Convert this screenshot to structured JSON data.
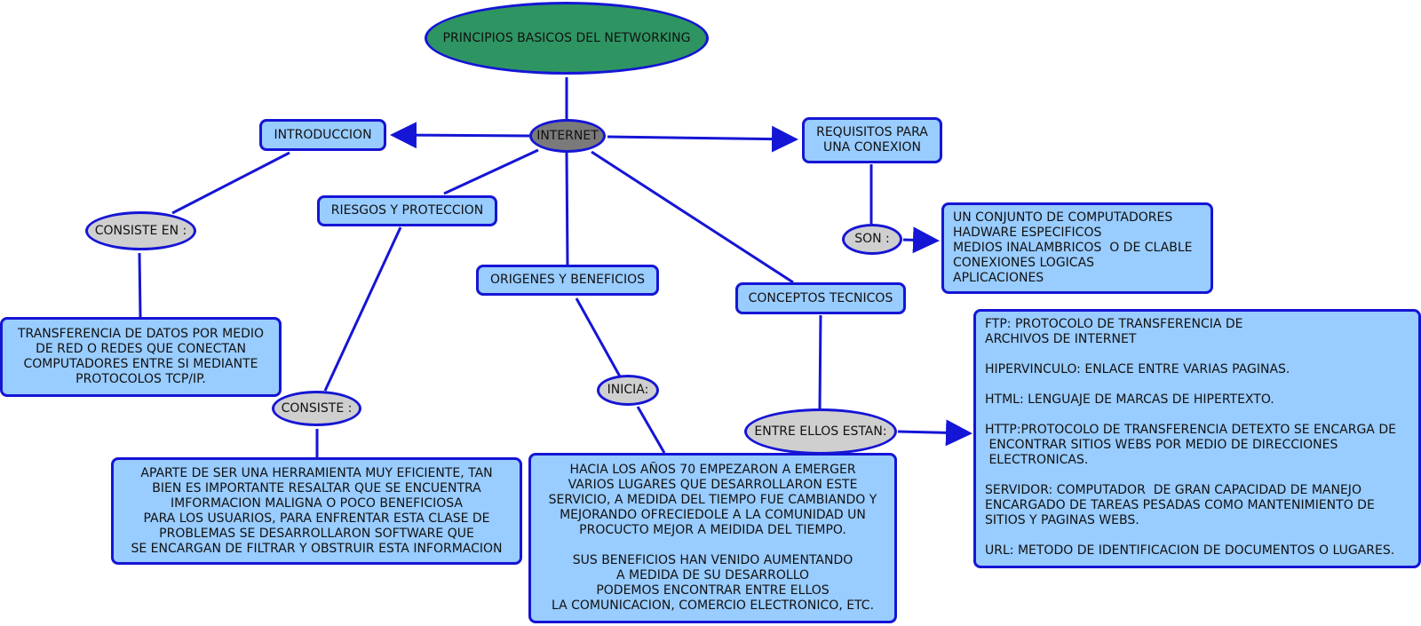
{
  "root": {
    "label": "PRINCIPIOS BASICOS DEL NETWORKING"
  },
  "hub": {
    "label": "INTERNET"
  },
  "introduccion": {
    "label": "INTRODUCCION",
    "link": "CONSISTE EN :",
    "detail": [
      "TRANSFERENCIA DE DATOS POR MEDIO",
      "DE RED O REDES QUE CONECTAN",
      "COMPUTADORES ENTRE SI MEDIANTE",
      "PROTOCOLOS TCP/IP."
    ]
  },
  "riesgos": {
    "label": "RIESGOS Y PROTECCION",
    "link": "CONSISTE :",
    "detail": [
      "APARTE DE SER UNA HERRAMIENTA MUY EFICIENTE, TAN",
      "BIEN ES IMPORTANTE RESALTAR QUE SE ENCUENTRA",
      "IMFORMACION MALIGNA O POCO BENEFICIOSA",
      "PARA LOS USUARIOS, PARA ENFRENTAR ESTA CLASE DE",
      "PROBLEMAS SE DESARROLLARON SOFTWARE QUE",
      "SE ENCARGAN DE FILTRAR Y OBSTRUIR ESTA INFORMACION"
    ]
  },
  "origenes": {
    "label": "ORIGENES Y BENEFICIOS",
    "link": "INICIA:",
    "detail": [
      "HACIA LOS AÑOS 70 EMPEZARON A EMERGER",
      "VARIOS LUGARES QUE DESARROLLARON ESTE",
      "SERVICIO, A MEDIDA DEL TIEMPO FUE CAMBIANDO Y",
      "MEJORANDO OFRECIEDOLE A LA COMUNIDAD UN",
      "PROCUCTO MEJOR A MEIDIDA DEL TIEMPO.",
      "",
      "SUS BENEFICIOS HAN VENIDO AUMENTANDO",
      "A MEDIDA DE SU DESARROLLO",
      "PODEMOS ENCONTRAR ENTRE ELLOS",
      "LA COMUNICACION, COMERCIO ELECTRONICO, ETC."
    ]
  },
  "conceptos": {
    "label": "CONCEPTOS TECNICOS",
    "link": "ENTRE ELLOS ESTAN:",
    "detail": [
      "FTP: PROTOCOLO DE TRANSFERENCIA DE",
      "ARCHIVOS DE INTERNET",
      "",
      "HIPERVINCULO: ENLACE ENTRE VARIAS PAGINAS.",
      "",
      "HTML: LENGUAJE DE MARCAS DE HIPERTEXTO.",
      "",
      "HTTP:PROTOCOLO DE TRANSFERENCIA DETEXTO SE ENCARGA DE",
      " ENCONTRAR SITIOS WEBS POR MEDIO DE DIRECCIONES",
      " ELECTRONICAS.",
      "",
      "SERVIDOR: COMPUTADOR  DE GRAN CAPACIDAD DE MANEJO",
      "ENCARGADO DE TAREAS PESADAS COMO MANTENIMIENTO DE",
      "SITIOS Y PAGINAS WEBS.",
      "",
      "URL: METODO DE IDENTIFICACION DE DOCUMENTOS O LUGARES."
    ]
  },
  "requisitos": {
    "label": [
      "REQUISITOS PARA",
      "UNA CONEXION"
    ],
    "link": "SON   :",
    "detail": [
      "UN CONJUNTO DE COMPUTADORES",
      "HADWARE ESPECIFICOS",
      "MEDIOS INALAMBRICOS  O DE CLABLE",
      "CONEXIONES LOGICAS",
      "APLICACIONES"
    ]
  },
  "colors": {
    "node_fill": "#99ccff",
    "border": "#1515d5",
    "root_fill": "#2e9562",
    "hub_fill": "#7a7a7a",
    "link_fill": "#cfcfcf"
  }
}
